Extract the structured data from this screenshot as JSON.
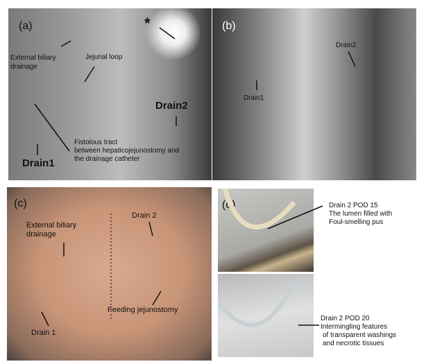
{
  "panels": {
    "a": {
      "label": "(a)",
      "asterisk": "*",
      "external_biliary": "External biliary",
      "drainage": "drainage",
      "jejunal_loop": "Jejunal loop",
      "drain2": "Drain2",
      "drain1": "Drain1",
      "fistulous1": "Fistolous tract",
      "fistulous2": "between hepaticojejunostomy and",
      "fistulous3": "the drainage catheter"
    },
    "b": {
      "label": "(b)",
      "drain1": "Drain1",
      "drain2": "Drain2"
    },
    "c": {
      "label": "(c)",
      "external_biliary": "External biliary",
      "drainage": "drainage",
      "drain2": "Drain 2",
      "drain1": "Drain 1",
      "feeding": "Feeding jejunostomy"
    },
    "d": {
      "label": "(d)",
      "top1": "Drain 2 POD 15",
      "top2": "The lumen filled with",
      "top3": "Foul-smelling pus",
      "bot1": "Drain 2  POD 20",
      "bot2": "Intermingling features",
      "bot3": "of transparent washings",
      "bot4": "and necrotic tissues"
    }
  }
}
